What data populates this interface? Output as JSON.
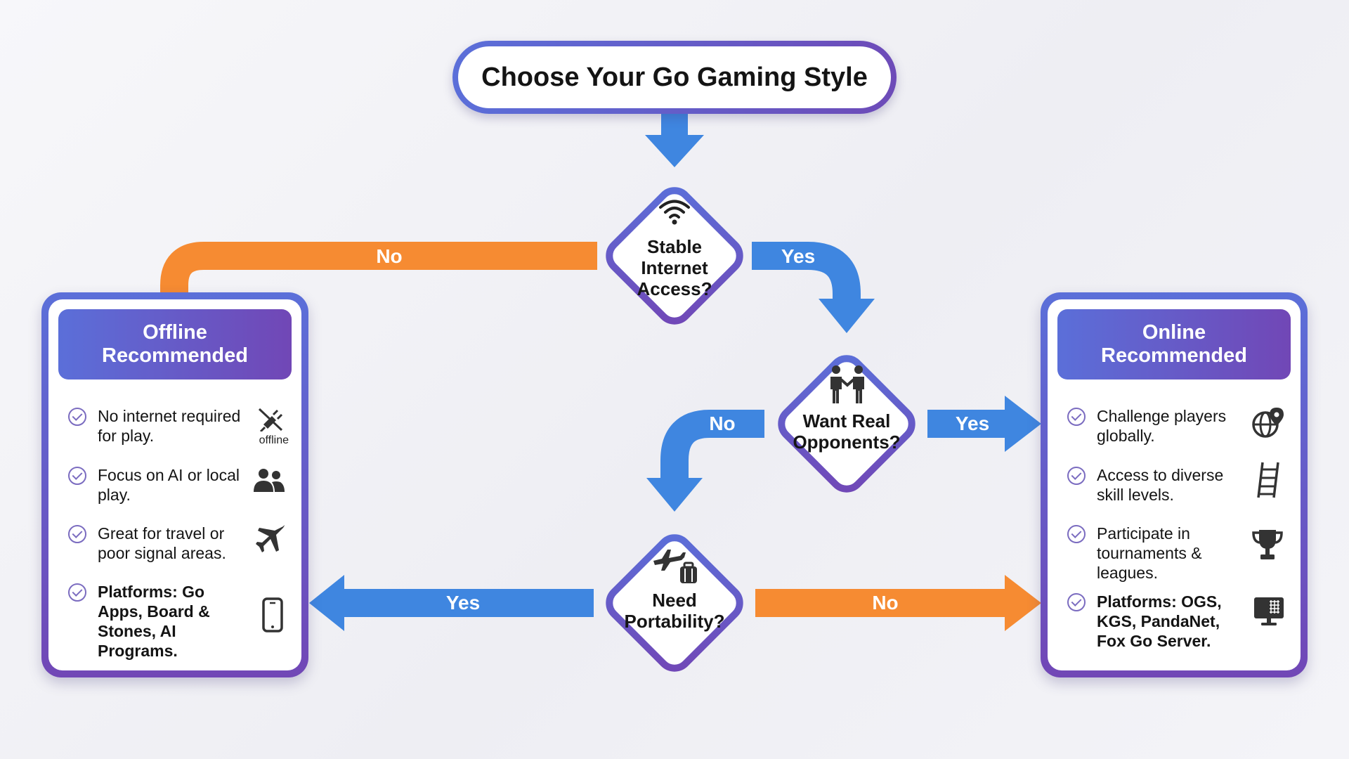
{
  "title": "Choose Your Go Gaming Style",
  "decisions": {
    "internet": {
      "line1": "Stable",
      "line2": "Internet",
      "line3": "Access?",
      "icon": "wifi-icon"
    },
    "opponents": {
      "line1": "Want Real",
      "line2": "Opponents?",
      "icon": "handshake-icon"
    },
    "portability": {
      "line1": "Need",
      "line2": "Portability?",
      "icon": "airplane-luggage-icon"
    }
  },
  "flow_labels": {
    "internet_no": "No",
    "internet_yes": "Yes",
    "opponents_no": "No",
    "opponents_yes": "Yes",
    "portability_yes": "Yes",
    "portability_no": "No"
  },
  "offline": {
    "header_line1": "Offline",
    "header_line2": "Recommended",
    "items": [
      {
        "line1": "No internet required",
        "line2": "for play.",
        "icon": "no-wifi-plug-icon",
        "icon_caption": "offline"
      },
      {
        "line1": "Focus on AI or local",
        "line2": "play.",
        "icon": "people-icon"
      },
      {
        "line1": "Great for travel or",
        "line2": "poor signal areas.",
        "icon": "airplane-icon"
      },
      {
        "line1": "Platforms: Go",
        "line2": "Apps, Board &",
        "line3": "Stones, AI",
        "line4": "Programs.",
        "icon": "smartphone-icon"
      }
    ]
  },
  "online": {
    "header_line1": "Online",
    "header_line2": "Recommended",
    "items": [
      {
        "line1": "Challenge players",
        "line2": "globally.",
        "icon": "globe-pin-icon"
      },
      {
        "line1": "Access to diverse",
        "line2": "skill levels.",
        "icon": "ladder-icon"
      },
      {
        "line1": "Participate in",
        "line2": "tournaments &",
        "line3": "leagues.",
        "icon": "trophy-icon"
      },
      {
        "line1": "Platforms: OGS,",
        "line2": "KGS, PandaNet,",
        "line3": "Fox Go Server.",
        "icon": "monitor-icon"
      }
    ]
  },
  "colors": {
    "blue": "#3f86e0",
    "orange": "#f68b32",
    "purple_start": "#5b6fd9",
    "purple_end": "#7147b6"
  }
}
